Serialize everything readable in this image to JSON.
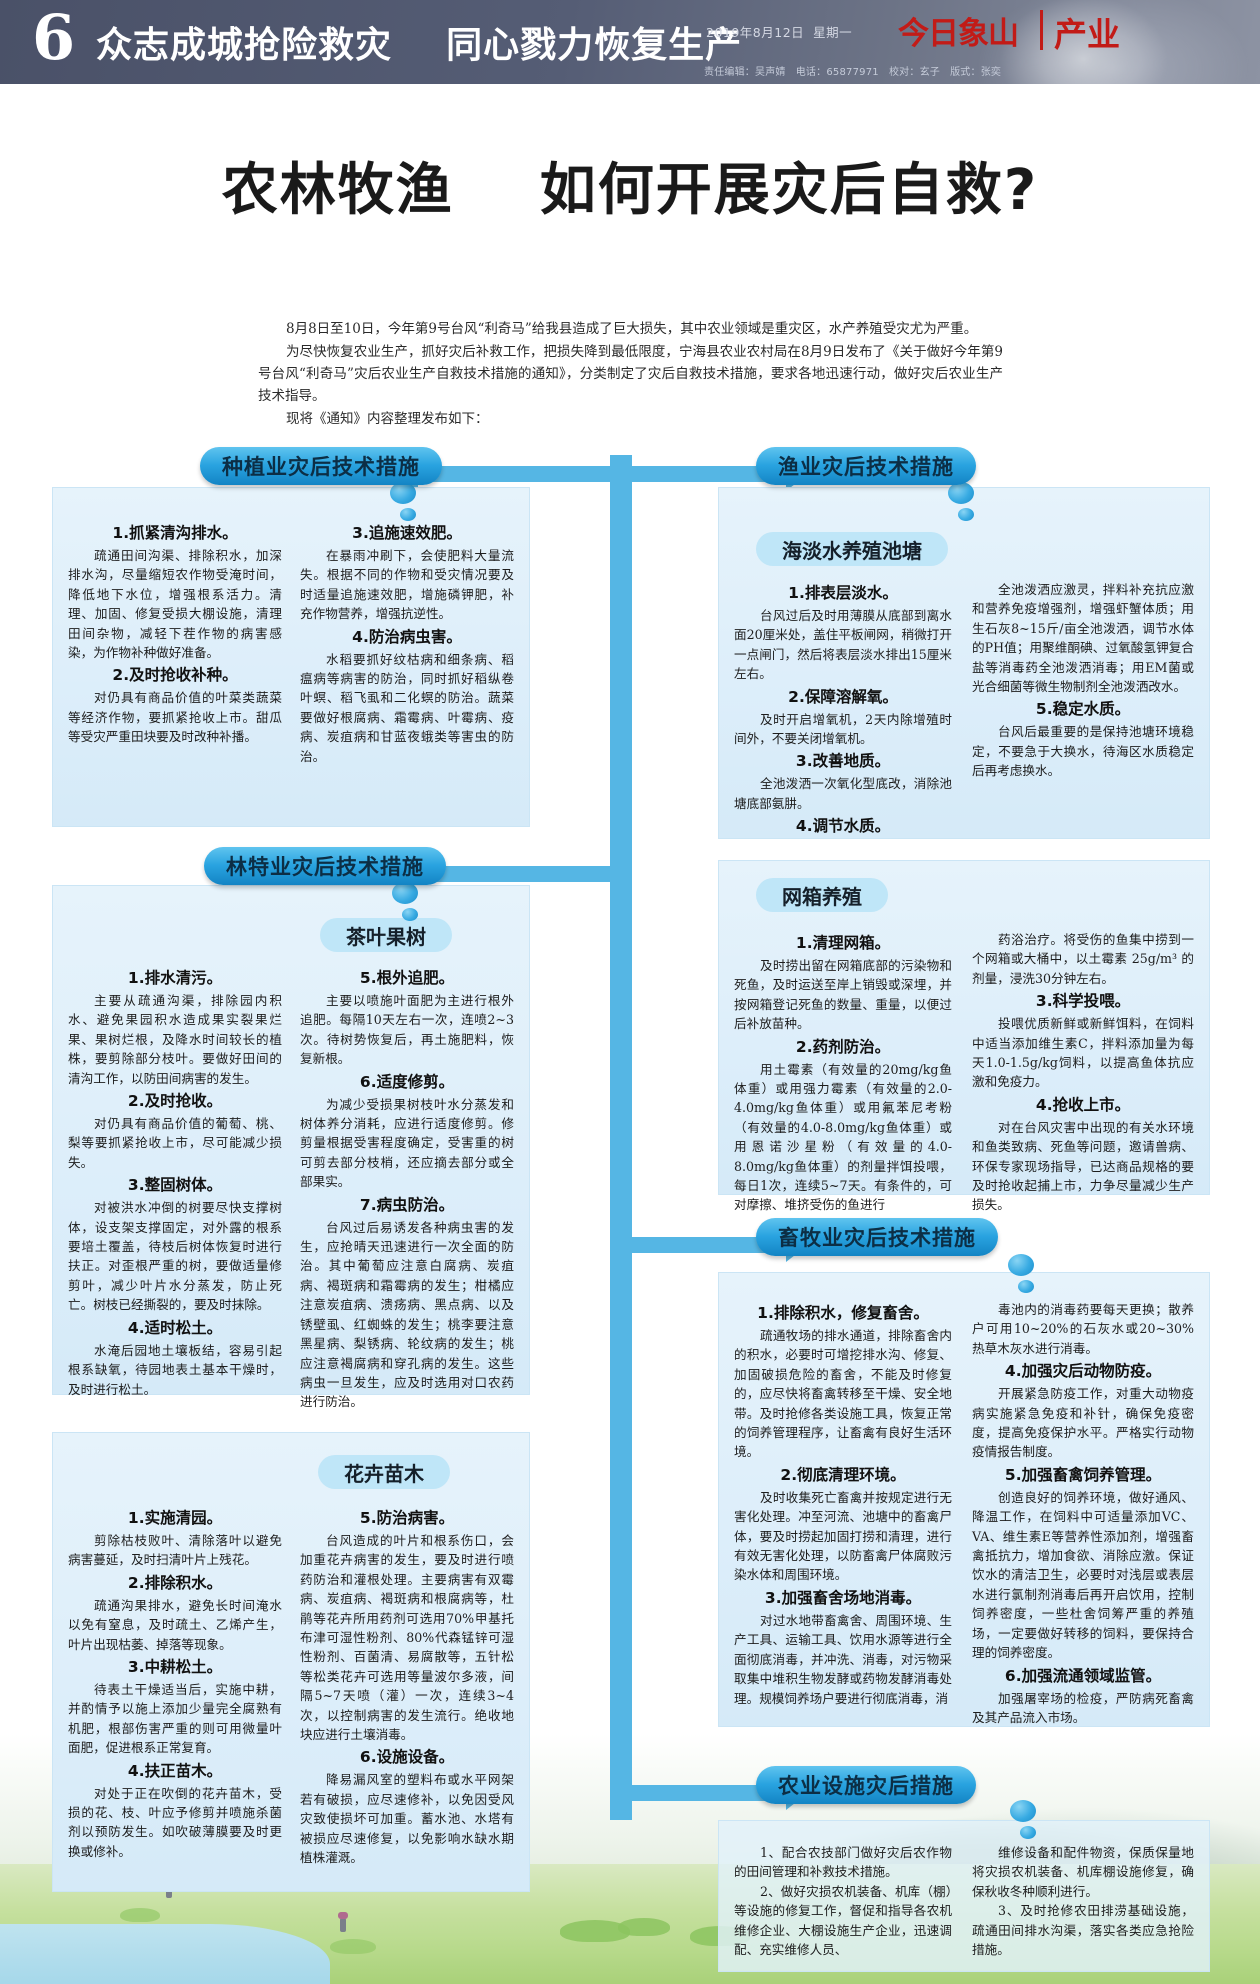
{
  "masthead": {
    "page_number": "6",
    "slogan": "众志成城抢险救灾    同心戮力恢复生产",
    "date": "2019年8月12日  星期一",
    "credits": "责任编辑：吴声婧   电话：65877971   校对：玄子   版式：张奕",
    "logo_name": "今日象山",
    "logo_section": "产业"
  },
  "headline": "农林牧渔    如何开展灾后自救?",
  "intro": [
    "8月8日至10日，今年第9号台风“利奇马”给我县造成了巨大损失，其中农业领域是重灾区，水产养殖受灾尤为严重。",
    "为尽快恢复农业生产，抓好灾后补救工作，把损失降到最低限度，宁海县农业农村局在8月9日发布了《关于做好今年第9号台风“利奇马”灾后农业生产自救技术措施的通知》，分类制定了灾后自救技术措施，要求各地迅速行动，做好灾后农业生产技术指导。",
    "现将《通知》内容整理发布如下："
  ],
  "sections": {
    "planting": {
      "title": "种植业灾后技术措施",
      "left": [
        {
          "h": "1.抓紧清沟排水。",
          "b": "疏通田间沟渠、排除积水，加深排水沟，尽量缩短农作物受淹时间，降低地下水位，增强根系活力。清理、加固、修复受损大棚设施，清理田间杂物，减轻下茬作物的病害感染，为作物补种做好准备。"
        },
        {
          "h": "2.及时抢收补种。",
          "b": "对仍具有商品价值的叶菜类蔬菜等经济作物，要抓紧抢收上市。甜瓜等受灾严重田块要及时改种补播。"
        }
      ],
      "right": [
        {
          "h": "3.追施速效肥。",
          "b": "在暴雨冲刷下，会使肥料大量流失。根据不同的作物和受灾情况要及时适量追施速效肥，增施磷钾肥，补充作物营养，增强抗逆性。"
        },
        {
          "h": "4.防治病虫害。",
          "b": "水稻要抓好纹枯病和细条病、稻瘟病等病害的防治，同时抓好稻纵卷叶螟、稻飞虱和二化螟的防治。蔬菜要做好根腐病、霜霉病、叶霉病、疫病、炭疽病和甘蓝夜蛾类等害虫的防治。"
        }
      ]
    },
    "forestry": {
      "title": "林特业灾后技术措施",
      "sub": "茶叶果树",
      "left": [
        {
          "h": "1.排水清污。",
          "b": "主要从疏通沟渠，排除园内积水、避免果园积水造成果实裂果烂果、果树烂根，及降水时间较长的植株，要剪除部分枝叶。要做好田间的清沟工作，以防田间病害的发生。"
        },
        {
          "h": "2.及时抢收。",
          "b": "对仍具有商品价值的葡萄、桃、梨等要抓紧抢收上市，尽可能减少损失。"
        },
        {
          "h": "3.整固树体。",
          "b": "对被洪水冲倒的树要尽快支撑树体，设支架支撑固定，对外露的根系要培土覆盖，待枝后树体恢复时进行扶正。对歪根严重的树，要做适量修剪叶，减少叶片水分蒸发，防止死亡。树枝已经撕裂的，要及时抹除。"
        },
        {
          "h": "4.适时松土。",
          "b": "水淹后园地土壤板结，容易引起根系缺氧，待园地表土基本干燥时，及时进行松土。"
        }
      ],
      "right": [
        {
          "h": "5.根外追肥。",
          "b": "主要以喷施叶面肥为主进行根外追肥。每隔10天左右一次，连喷2~3次。待树势恢复后，再土施肥料，恢复新根。"
        },
        {
          "h": "6.适度修剪。",
          "b": "为减少受损果树枝叶水分蒸发和树体养分消耗，应进行适度修剪。修剪量根据受害程度确定，受害重的树可剪去部分枝梢，还应摘去部分或全部果实。"
        },
        {
          "h": "7.病虫防治。",
          "b": "台风过后易诱发各种病虫害的发生，应抢晴天迅速进行一次全面的防治。其中葡萄应注意白腐病、炭疽病、褐斑病和霜霉病的发生；柑橘应注意炭疽病、溃疡病、黑点病、以及锈壁虱、红蜘蛛的发生；桃李要注意黑星病、梨锈病、轮纹病的发生；桃应注意褐腐病和穿孔病的发生。这些病虫一旦发生，应及时选用对口农药进行防治。"
        }
      ]
    },
    "flowers": {
      "sub": "花卉苗木",
      "left": [
        {
          "h": "1.实施清园。",
          "b": "剪除枯枝败叶、清除落叶以避免病害蔓延，及时扫清叶片上残花。"
        },
        {
          "h": "2.排除积水。",
          "b": "疏通沟果排水，避免长时间淹水以免有窒息，及时疏土、乙烯产生，叶片出现枯萎、掉落等现象。"
        },
        {
          "h": "3.中耕松土。",
          "b": "待表土干燥适当后，实施中耕，并酌情予以施上添加少量完全腐熟有机肥，根部伤害严重的则可用微量叶面肥，促进根系正常复育。"
        },
        {
          "h": "4.扶正苗木。",
          "b": "对处于正在吹倒的花卉苗木，受损的花、枝、叶应予修剪并喷施杀菌剂以预防发生。如吹破薄膜要及时更换或修补。"
        }
      ],
      "right": [
        {
          "h": "5.防治病害。",
          "b": "台风造成的叶片和根系伤口，会加重花卉病害的发生，要及时进行喷药防治和灌根处理。主要病害有双霉病、炭疽病、褐斑病和根腐病等，杜鹃等花卉所用药剂可选用70%甲基托布津可湿性粉剂、80%代森锰锌可湿性粉剂、百菌清、易腐散等，五针松等松类花卉可选用等量波尔多液，间隔5~7天喷（灌）一次，连续3~4次，以控制病害的发生流行。绝收地块应进行土壤消毒。"
        },
        {
          "h": "6.设施设备。",
          "b": "降易漏风室的塑料布或水平网架若有破损，应尽速修补，以免因受风灾致使损坏可加重。蓄水池、水塔有被损应尽速修复，以免影响水缺水期植株灌溉。"
        }
      ]
    },
    "fishery": {
      "title": "渔业灾后技术措施",
      "pond_sub": "海淡水养殖池塘",
      "pond_left": [
        {
          "h": "1.排表层淡水。",
          "b": "台风过后及时用薄膜从底部到离水面20厘米处，盖住平板闸网，稍微打开一点闸门，然后将表层淡水排出15厘米左右。"
        },
        {
          "h": "2.保障溶解氧。",
          "b": "及时开启增氧机，2天内除增殖时间外，不要关闭增氧机。"
        },
        {
          "h": "3.改善地质。",
          "b": "全池泼洒一次氧化型底改，消除池塘底部氨肼。"
        },
        {
          "h": "4.调节水质。",
          "b": ""
        }
      ],
      "pond_right": [
        {
          "h": "",
          "b": "全池泼洒应激灵，拌料补充抗应激和营养免疫增强剂，增强虾蟹体质；用生石灰8~15斤/亩全池泼洒，调节水体的PH值；用聚维酮碘、过氧酸氢钾复合盐等消毒药全池泼洒消毒；用EM菌或光合细菌等微生物制剂全池泼洒改水。"
        },
        {
          "h": "5.稳定水质。",
          "b": "台风后最重要的是保持池塘环境稳定，不要急于大换水，待海区水质稳定后再考虑换水。"
        }
      ],
      "cage_sub": "网箱养殖",
      "cage_left": [
        {
          "h": "1.清理网箱。",
          "b": "及时捞出留在网箱底部的污染物和死鱼，及时运送至岸上销毁或深埋，并按网箱登记死鱼的数量、重量，以便过后补放苗种。"
        },
        {
          "h": "2.药剂防治。",
          "b": "用土霉素（有效量的20mg/kg鱼体重）或用强力霉素（有效量的2.0-4.0mg/kg鱼体重）或用氟苯尼考粉（有效量的4.0-8.0mg/kg鱼体重）或用恩诺沙星粉（有效量的4.0-8.0mg/kg鱼体重）的剂量拌饵投喂，每日1次，连续5~7天。有条件的，可对摩擦、堆挤受伤的鱼进行"
        }
      ],
      "cage_right": [
        {
          "h": "",
          "b": "药浴治疗。将受伤的鱼集中捞到一个网箱或大桶中，以土霉素 25g/m³ 的剂量，浸洗30分钟左右。"
        },
        {
          "h": "3.科学投喂。",
          "b": "投喂优质新鲜或新鲜饵料，在饲料中适当添加维生素C，拌料添加量为每天1.0-1.5g/kg饲料，以提高鱼体抗应激和免疫力。"
        },
        {
          "h": "4.抢收上市。",
          "b": "对在台风灾害中出现的有关水环境和鱼类致病、死鱼等问题，邀请兽病、环保专家现场指导，已达商品规格的要及时抢收起捕上市，力争尽量减少生产损失。"
        }
      ]
    },
    "livestock": {
      "title": "畜牧业灾后技术措施",
      "left": [
        {
          "h": "1.排除积水，修复畜舍。",
          "b": "疏通牧场的排水通道，排除畜舍内的积水，必要时可增挖排水沟、修复、加固破损危险的畜舍，不能及时修复的，应尽快将畜禽转移至干燥、安全地带。及时抢修各类设施工具，恢复正常的饲养管理程序，让畜禽有良好生活环境。"
        },
        {
          "h": "2.彻底清理环境。",
          "b": "及时收集死亡畜禽并按规定进行无害化处理。冲至河流、池塘中的畜禽尸体，要及时捞起加固打捞和清理，进行有效无害化处理，以防畜禽尸体腐败污染水体和周围环境。"
        },
        {
          "h": "3.加强畜舍场地消毒。",
          "b": "对过水地带畜禽舍、周围环境、生产工具、运输工具、饮用水源等进行全面彻底消毒，并冲洗、消毒，对污物采取集中堆积生物发酵或药物发酵消毒处理。规模饲养场户要进行彻底消毒，消"
        }
      ],
      "right": [
        {
          "h": "",
          "b": "毒池内的消毒药要每天更换；散养户可用10~20%的石灰水或20~30%热草木灰水进行消毒。"
        },
        {
          "h": "4.加强灾后动物防疫。",
          "b": "开展紧急防疫工作，对重大动物疫病实施紧急免疫和补针，确保免疫密度，提高免疫保护水平。严格实行动物疫情报告制度。"
        },
        {
          "h": "5.加强畜禽饲养管理。",
          "b": "创造良好的饲养环境，做好通风、降温工作，在饲料中可适量添加VC、VA、维生素E等营养性添加剂，增强畜禽抵抗力，增加食欲、消除应激。保证饮水的清洁卫生，必要时对浅层或表层水进行氯制剂消毒后再开启饮用，控制饲养密度，一些杜舍饲筹严重的养殖场，一定要做好转移的饲料，要保持合理的饲养密度。"
        },
        {
          "h": "6.加强流通领域监管。",
          "b": "加强屠宰场的检疫，严防病死畜禽及其产品流入市场。"
        }
      ]
    },
    "facility": {
      "title": "农业设施灾后措施",
      "left": [
        {
          "h": "",
          "b": "1、配合农技部门做好灾后农作物的田间管理和补救技术措施。"
        },
        {
          "h": "",
          "b": "2、做好灾损农机装备、机库（棚）等设施的修复工作，督促和指导各农机维修企业、大棚设施生产企业，迅速调配、充实维修人员、"
        }
      ],
      "right": [
        {
          "h": "",
          "b": "维修设备和配件物资，保质保量地将灾损农机装备、机库棚设施修复，确保秋收冬种顺利进行。"
        },
        {
          "h": "",
          "b": "3、及时抢修农田排涝基础设施，疏通田间排水沟渠，落实各类应急抢险措施。"
        }
      ]
    }
  },
  "colors": {
    "accent_blue": "#29a3e0",
    "panel_bg": "#e0f0fa",
    "masthead": "#545c74",
    "logo_red": "#c21b17"
  }
}
